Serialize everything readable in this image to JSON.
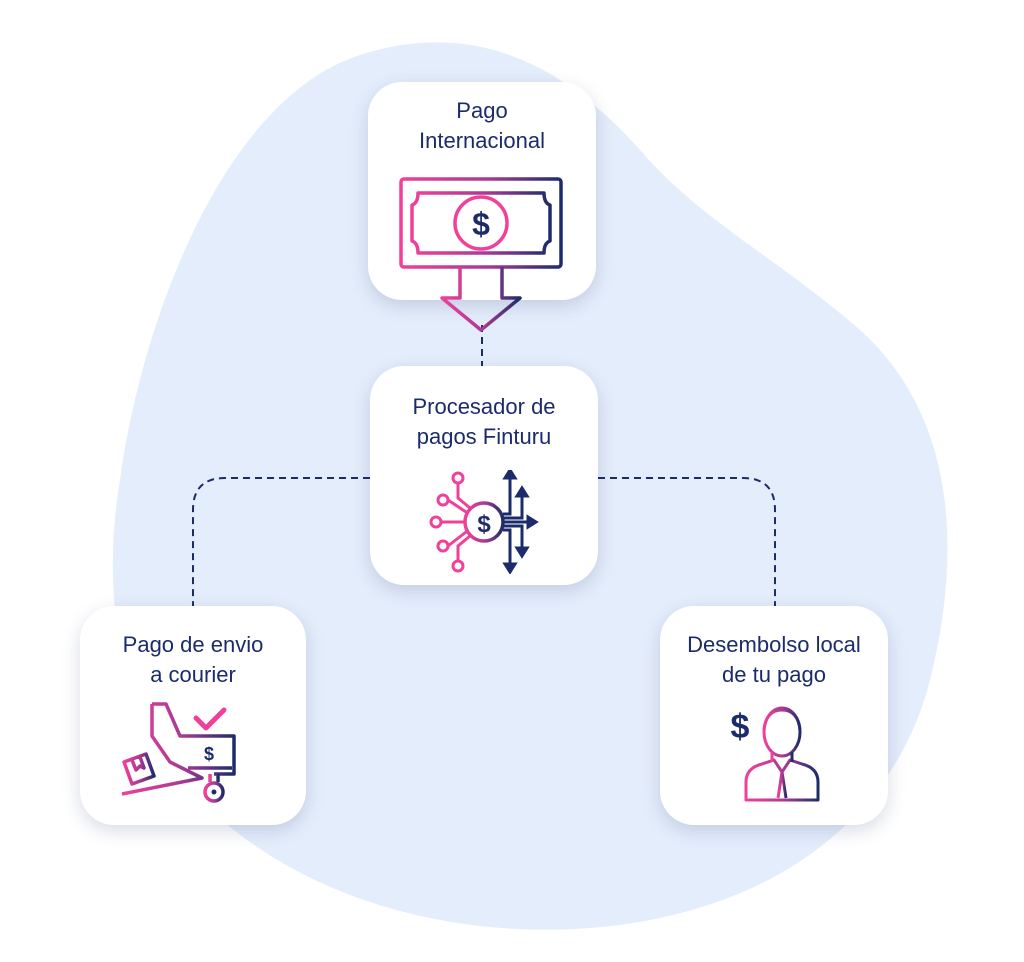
{
  "nodes": {
    "top": {
      "line1": "Pago",
      "line2": "Internacional",
      "icon": "banknote-dollar-icon"
    },
    "middle": {
      "line1": "Procesador de",
      "line2": "pagos Finturu",
      "icon": "dollar-circuit-icon"
    },
    "left": {
      "line1": "Pago de envio",
      "line2": "a courier",
      "icon": "hand-package-payment-icon"
    },
    "right": {
      "line1": "Desembolso local",
      "line2": "de tu pago",
      "icon": "person-dollar-icon"
    }
  },
  "colors": {
    "navy": "#1c2c6b",
    "pink": "#f0409a",
    "blob": "#e4edfb"
  }
}
